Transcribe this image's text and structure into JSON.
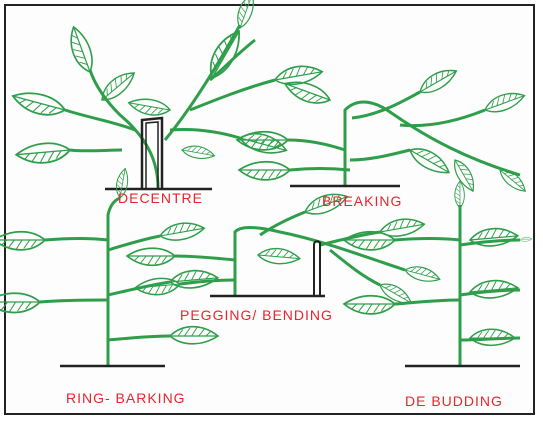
{
  "labels": {
    "decentre": "DECENTRE",
    "breaking": "BREAKING",
    "pegging": "PEGGING/ BENDING",
    "ringbarking": "RING- BARKING",
    "debudding": "DE BUDDING"
  },
  "colors": {
    "plant": "#2e9e4a",
    "label": "#e8242c",
    "ink": "#222222"
  }
}
